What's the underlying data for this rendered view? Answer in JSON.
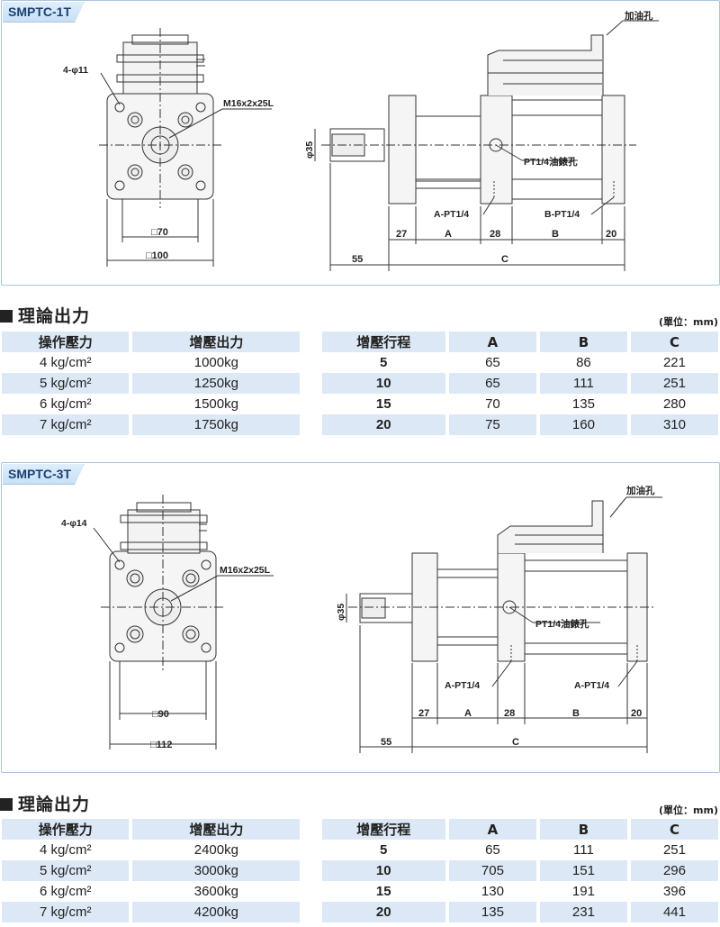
{
  "section1": {
    "tag": "SMPTC-1T",
    "drawing": {
      "holes": "4-φ11",
      "thread": "M16x2x25L",
      "sq_inner": "□70",
      "sq_outer": "□100",
      "oil_hole": "加油孔",
      "rod_dia": "φ35",
      "port_pt": "PT1/4油錶孔",
      "port_a": "A-PT1/4",
      "port_b": "B-PT1/4",
      "dim_27": "27",
      "dim_a": "A",
      "dim_28": "28",
      "dim_b": "B",
      "dim_20": "20",
      "dim_55": "55",
      "dim_c": "C"
    },
    "heading": "理論出力",
    "unit": "(單位：mm)",
    "headers": [
      "操作壓力",
      "增壓出力",
      "增壓行程",
      "A",
      "B",
      "C"
    ],
    "rows": [
      {
        "pressure": "4 kg/cm²",
        "force": "1000kg",
        "stroke": "5",
        "a": "65",
        "b": "86",
        "c": "221"
      },
      {
        "pressure": "5 kg/cm²",
        "force": "1250kg",
        "stroke": "10",
        "a": "65",
        "b": "111",
        "c": "251"
      },
      {
        "pressure": "6 kg/cm²",
        "force": "1500kg",
        "stroke": "15",
        "a": "70",
        "b": "135",
        "c": "280"
      },
      {
        "pressure": "7 kg/cm²",
        "force": "1750kg",
        "stroke": "20",
        "a": "75",
        "b": "160",
        "c": "310"
      }
    ]
  },
  "section2": {
    "tag": "SMPTC-3T",
    "drawing": {
      "holes": "4-φ14",
      "thread": "M16x2x25L",
      "sq_inner": "□90",
      "sq_outer": "□112",
      "oil_hole": "加油孔",
      "rod_dia": "φ35",
      "port_pt": "PT1/4油錶孔",
      "port_a": "A-PT1/4",
      "port_b": "A-PT1/4",
      "dim_27": "27",
      "dim_a": "A",
      "dim_28": "28",
      "dim_b": "B",
      "dim_20": "20",
      "dim_55": "55",
      "dim_c": "C"
    },
    "heading": "理論出力",
    "unit": "(單位：mm)",
    "headers": [
      "操作壓力",
      "增壓出力",
      "增壓行程",
      "A",
      "B",
      "C"
    ],
    "rows": [
      {
        "pressure": "4 kg/cm²",
        "force": "2400kg",
        "stroke": "5",
        "a": "65",
        "b": "111",
        "c": "251"
      },
      {
        "pressure": "5 kg/cm²",
        "force": "3000kg",
        "stroke": "10",
        "a": "705",
        "b": "151",
        "c": "296"
      },
      {
        "pressure": "6 kg/cm²",
        "force": "3600kg",
        "stroke": "15",
        "a": "130",
        "b": "191",
        "c": "396"
      },
      {
        "pressure": "7 kg/cm²",
        "force": "4200kg",
        "stroke": "20",
        "a": "135",
        "b": "231",
        "c": "441"
      }
    ]
  }
}
